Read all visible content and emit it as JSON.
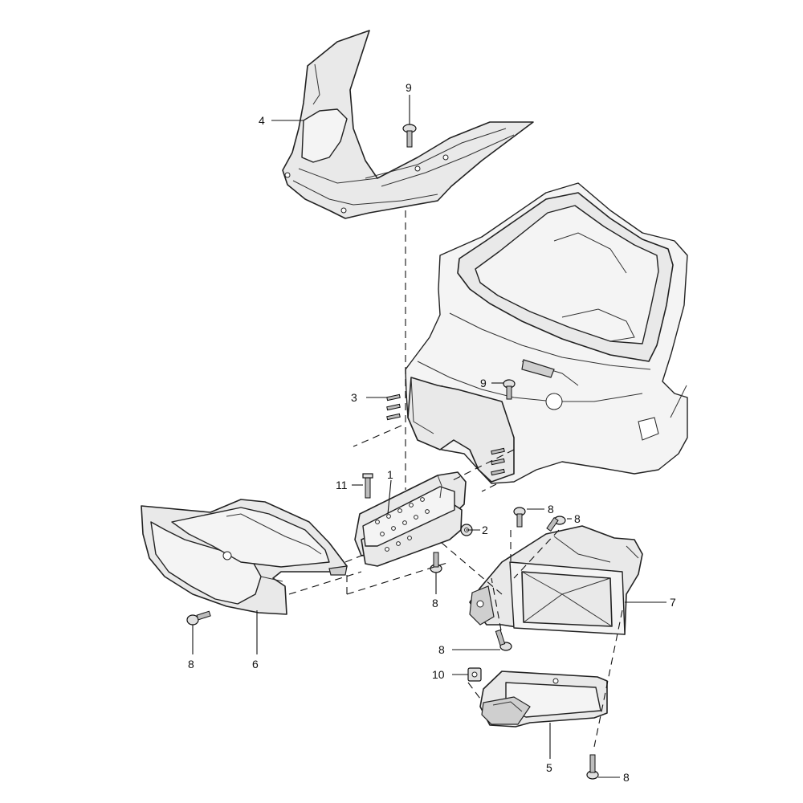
{
  "callouts": {
    "c1": "1",
    "c2": "2",
    "c3": "3",
    "c4": "4",
    "c5": "5",
    "c6": "6",
    "c7": "7",
    "c8a": "8",
    "c8b": "8",
    "c8c": "8",
    "c8d": "8",
    "c8e": "8",
    "c8f": "8",
    "c9a": "9",
    "c9b": "9",
    "c10": "10",
    "c11": "11"
  }
}
